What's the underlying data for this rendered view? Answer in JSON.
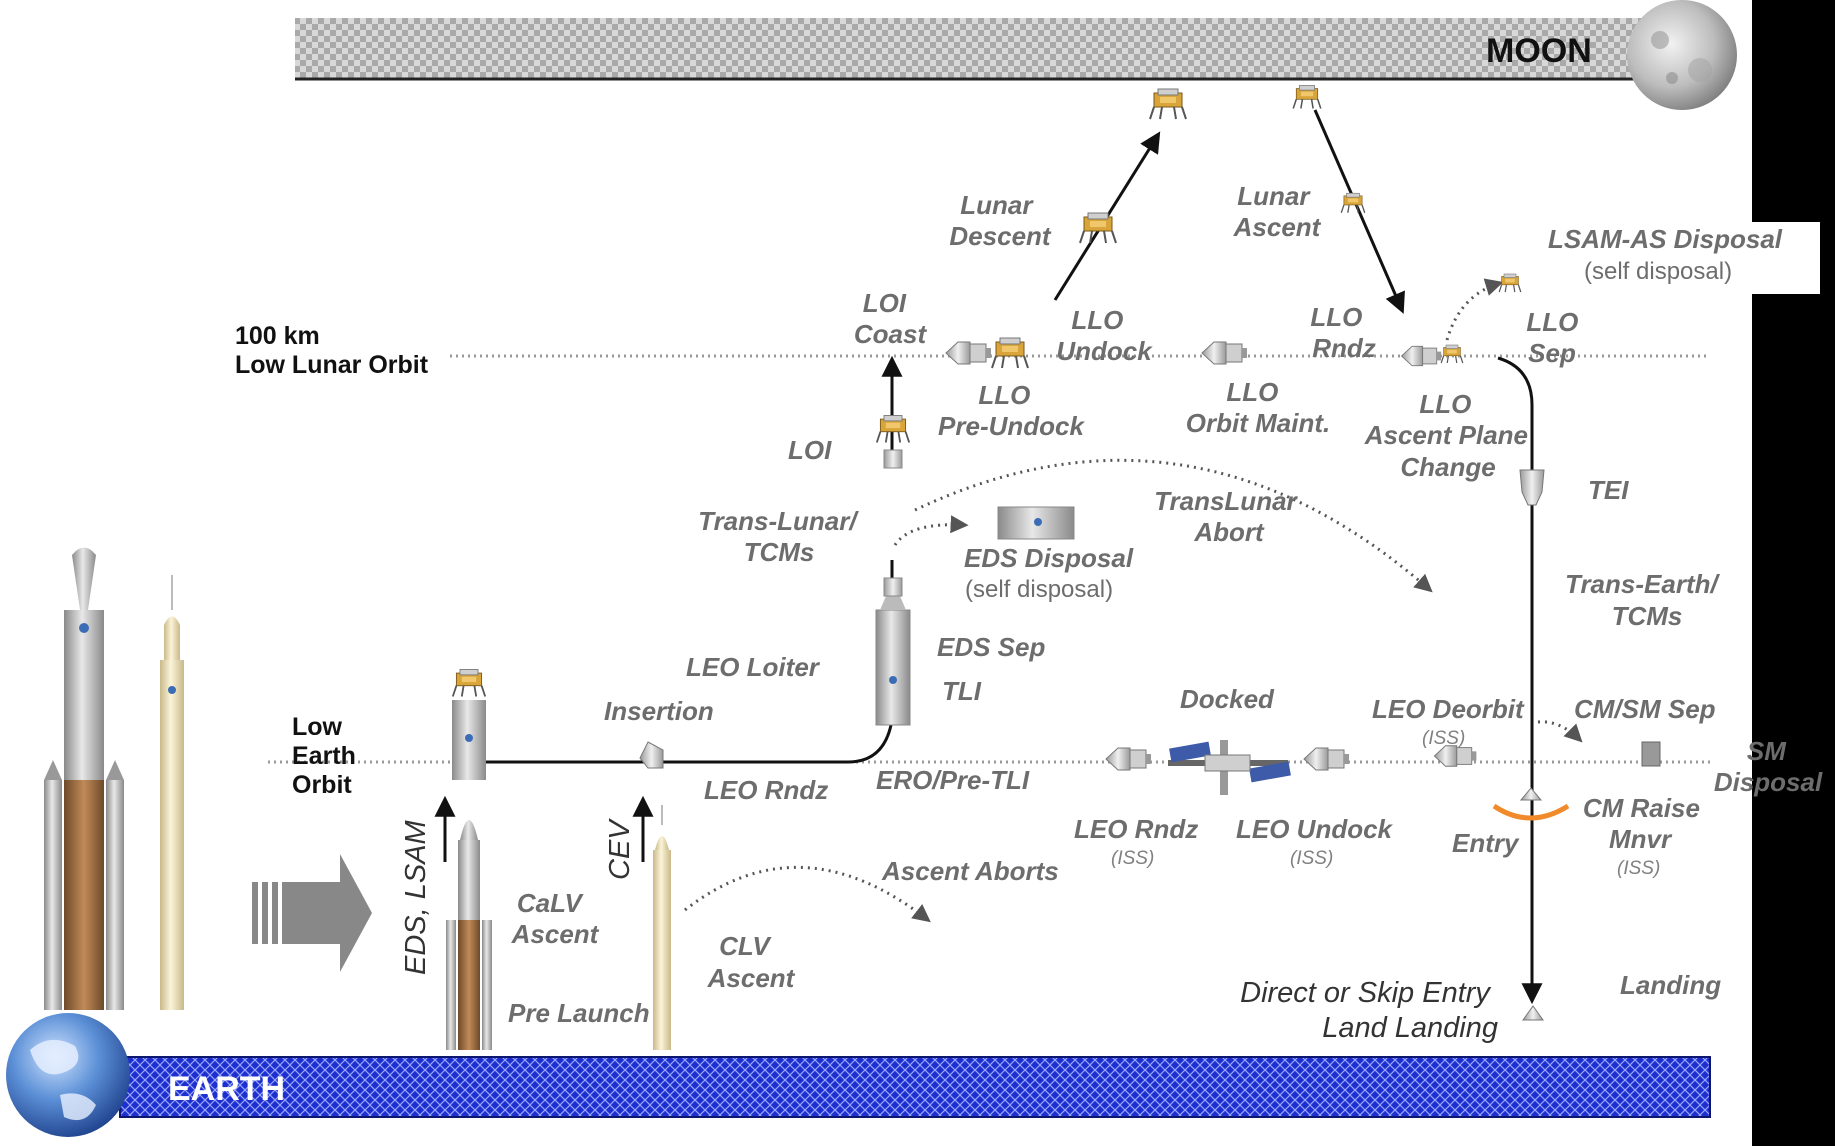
{
  "banners": {
    "moon": "MOON",
    "earth": "EARTH"
  },
  "orbits": {
    "llo": [
      "100 km",
      "Low Lunar Orbit"
    ],
    "leo": [
      "Low",
      "Earth",
      "Orbit"
    ]
  },
  "phases": {
    "lunar_descent": [
      "Lunar",
      "Descent"
    ],
    "lunar_ascent": [
      "Lunar",
      "Ascent"
    ],
    "lsam_disposal": "LSAM-AS Disposal",
    "lsam_disposal_note": "(self disposal)",
    "loi_coast": [
      "LOI",
      "Coast"
    ],
    "llo_undock": [
      "LLO",
      "Undock"
    ],
    "llo_rndz": [
      "LLO",
      "Rndz"
    ],
    "llo_sep": [
      "LLO",
      "Sep"
    ],
    "llo_pre_undock": [
      "LLO",
      "Pre-Undock"
    ],
    "llo_orbit_maint": [
      "LLO",
      "Orbit Maint."
    ],
    "llo_plane_change": [
      "LLO",
      "Ascent Plane",
      "Change"
    ],
    "loi": "LOI",
    "tei": "TEI",
    "trans_lunar": [
      "Trans-Lunar/",
      "TCMs"
    ],
    "eds_disposal": "EDS Disposal",
    "eds_disposal_note": "(self disposal)",
    "translunar_abort": [
      "TransLunar",
      "Abort"
    ],
    "trans_earth": [
      "Trans-Earth/",
      "TCMs"
    ],
    "eds_sep": "EDS Sep",
    "tli": "TLI",
    "leo_loiter": "LEO Loiter",
    "insertion": "Insertion",
    "docked": "Docked",
    "leo_deorbit": "LEO Deorbit",
    "leo_deorbit_note": "(ISS)",
    "cm_sm_sep": "CM/SM Sep",
    "sm_disposal": [
      "SM",
      "Disposal"
    ],
    "leo_rndz": "LEO Rndz",
    "ero_pre_tli": "ERO/Pre-TLI",
    "leo_rndz_iss": "LEO Rndz",
    "leo_rndz_iss_note": "(ISS)",
    "leo_undock": "LEO Undock",
    "leo_undock_note": "(ISS)",
    "entry": "Entry",
    "cm_raise": [
      "CM Raise",
      "Mnvr"
    ],
    "cm_raise_note": "(ISS)",
    "ascent_aborts": "Ascent Aborts",
    "calv_ascent": [
      "CaLV",
      "Ascent"
    ],
    "clv_ascent": [
      "CLV",
      "Ascent"
    ],
    "pre_launch": "Pre Launch",
    "eds_lsam": "EDS, LSAM",
    "cev": "CEV",
    "direct_entry": [
      "Direct or Skip Entry",
      "Land Landing"
    ],
    "landing": "Landing"
  }
}
